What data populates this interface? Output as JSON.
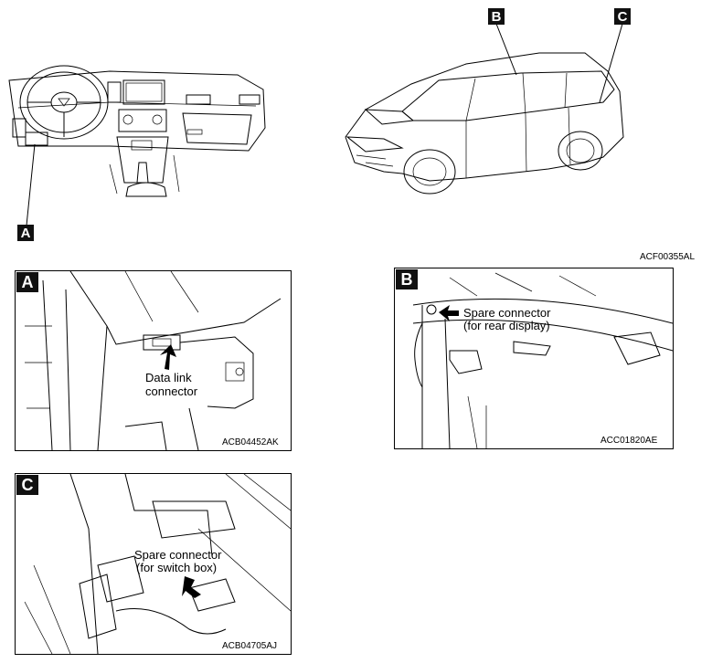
{
  "overview": {
    "interior_callout": "A",
    "exterior_callout_b": "B",
    "exterior_callout_c": "C",
    "code": "ACF00355AL"
  },
  "panels": {
    "a": {
      "badge": "A",
      "label_line1": "Data link",
      "label_line2": "connector",
      "code": "ACB04452AK"
    },
    "b": {
      "badge": "B",
      "label_line1": "Spare connector",
      "label_line2": "(for rear display)",
      "code": "ACC01820AE"
    },
    "c": {
      "badge": "C",
      "label_line1": "Spare connector",
      "label_line2": "(for switch box)",
      "code": "ACB04705AJ"
    }
  }
}
